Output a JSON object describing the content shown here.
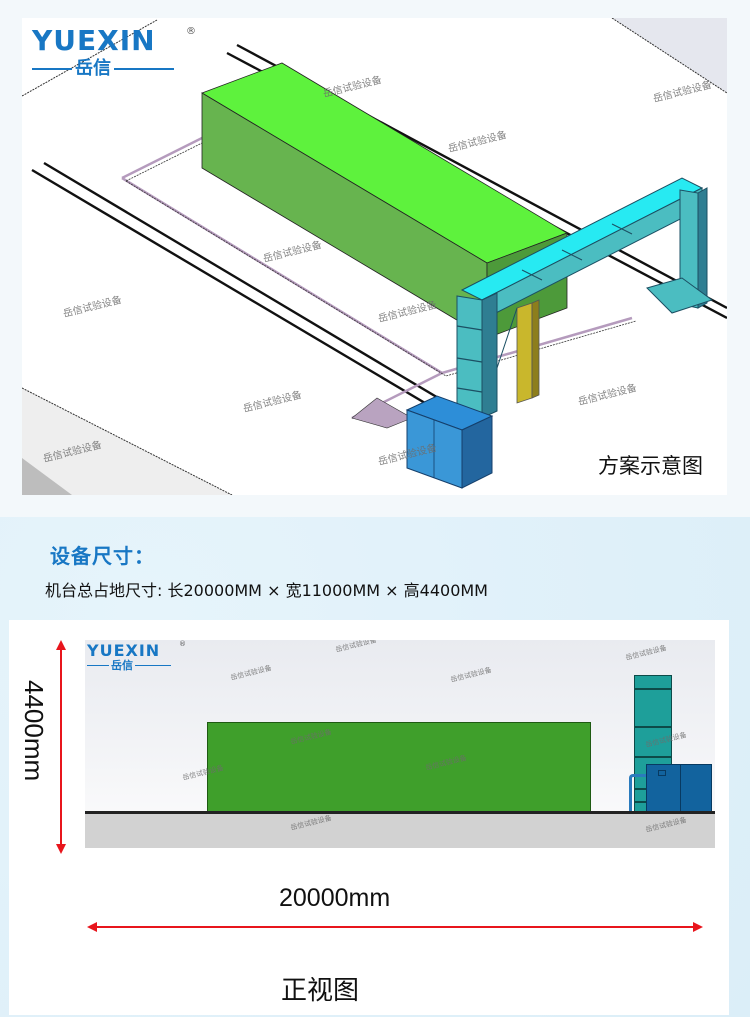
{
  "brand": {
    "name_en": "YUEXIN",
    "name_cn": "岳信",
    "registered_mark": "®",
    "primary_color": "#1877c4",
    "accent_color": "#f5a623"
  },
  "scheme_diagram": {
    "caption": "方案示意图",
    "watermark": "岳信试验设备",
    "colors": {
      "container_top": "#5ef23d",
      "container_side": "#67b44f",
      "gantry": "#27eaf2",
      "gantry_shadow": "#4bbdc1",
      "column_post": "#c9b72c",
      "control_cabinet": "#2d8ed8",
      "floor_outline": "#b59bbd"
    }
  },
  "spec": {
    "title": "设备尺寸：",
    "overall_dimensions": "机台总占地尺寸: 长20000MM × 宽11000MM × 高4400MM",
    "length_mm": 20000,
    "width_mm": 11000,
    "height_mm": 4400
  },
  "front_view": {
    "caption": "正视图",
    "height_label": "4400mm",
    "width_label": "20000mm",
    "watermark": "岳信试验设备",
    "dimension_line_color": "#e8151c",
    "colors": {
      "container": "#3f9f2b",
      "tower": "#1e9f9a",
      "cabinet": "#12639e",
      "ground": "#d2d2d2"
    }
  }
}
